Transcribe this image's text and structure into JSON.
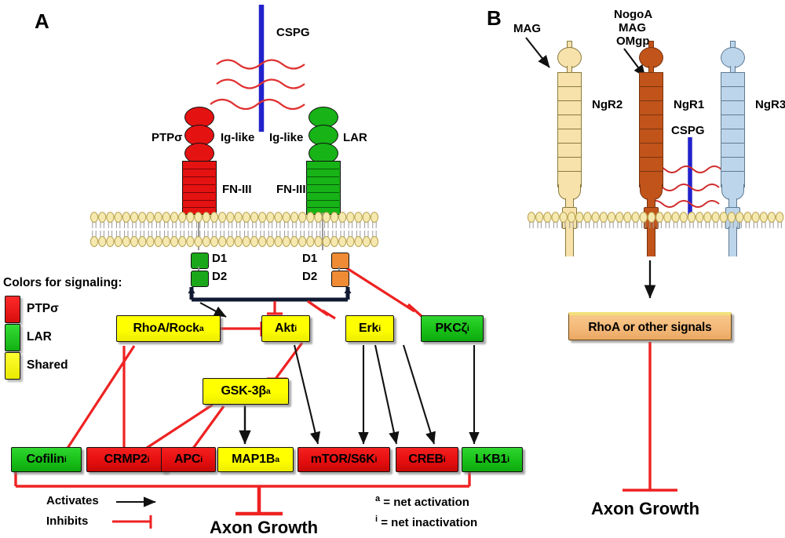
{
  "panels": {
    "a": {
      "letter": "A"
    },
    "b": {
      "letter": "B"
    }
  },
  "panel_a": {
    "cspg_label": "CSPG",
    "receptor_left": {
      "name": "PTPσ",
      "ig_label": "Ig-like",
      "fn_label": "FN-III",
      "color": "#e51212"
    },
    "receptor_right": {
      "name": "LAR",
      "ig_label": "Ig-like",
      "fn_label": "FN-III",
      "color": "#17b317"
    },
    "domains_left": {
      "d1": "D1",
      "d2": "D2",
      "color": "#1aa81a"
    },
    "domains_right": {
      "d1": "D1",
      "d2": "D2",
      "color": "#ef8b34"
    },
    "color_legend": {
      "title": "Colors for signaling:",
      "items": [
        {
          "label": "PTPσ",
          "color": "#ee1111"
        },
        {
          "label": "LAR",
          "color": "#22c022"
        },
        {
          "label": "Shared",
          "color": "#ffff00"
        }
      ]
    },
    "tier1": [
      {
        "label": "RhoA/Rock",
        "sup": "a",
        "color": "yellow"
      },
      {
        "label": "Akt",
        "sup": "i",
        "color": "yellow"
      },
      {
        "label": "Erk",
        "sup": "i",
        "color": "yellow"
      },
      {
        "label": "PKCζ ",
        "sup": "i",
        "color": "green"
      }
    ],
    "tier2": [
      {
        "label": "GSK-3β",
        "sup": "a",
        "color": "yellow"
      }
    ],
    "tier3": [
      {
        "label": "Cofilin",
        "sup": "i",
        "color": "green"
      },
      {
        "label": "CRMP2",
        "sup": "i",
        "color": "red"
      },
      {
        "label": "APC",
        "sup": "i",
        "color": "red"
      },
      {
        "label": "MAP1B",
        "sup": "a",
        "color": "yellow"
      },
      {
        "label": "mTOR/S6K",
        "sup": "i",
        "color": "red"
      },
      {
        "label": "CREB",
        "sup": "i",
        "color": "red"
      },
      {
        "label": "LKB1",
        "sup": "i",
        "color": "green"
      }
    ],
    "arrow_legend": {
      "activates": "Activates",
      "inhibits": "Inhibits"
    },
    "superscript_key": {
      "activation": "a = net activation",
      "inactivation": "i = net inactivation",
      "activation_sup": "a",
      "activation_text": " = net activation",
      "inactivation_sup": "i",
      "inactivation_text": " = net inactivation"
    },
    "outcome": "Axon Growth"
  },
  "panel_b": {
    "ligand_left": "MAG",
    "ligand_mid_line1": "NogoA",
    "ligand_mid_line2": "MAG",
    "ligand_mid_line3": "OMgp",
    "cspg_label": "CSPG",
    "receptors": [
      {
        "name": "NgR2",
        "color": "#f7e2ac"
      },
      {
        "name": "NgR1",
        "color": "#c1541a"
      },
      {
        "name": "NgR3",
        "color": "#bcd5ea"
      }
    ],
    "signal_box": "RhoA or other signals",
    "outcome": "Axon Growth"
  },
  "colors": {
    "inhibit": "#ee2222",
    "activate": "#111111",
    "cspg_bar": "#2222cc",
    "cspg_chain": "#e03030",
    "membrane_head": "#f5e9b0",
    "membrane_head_stroke": "#b9a049",
    "bracket": "#111a33"
  }
}
